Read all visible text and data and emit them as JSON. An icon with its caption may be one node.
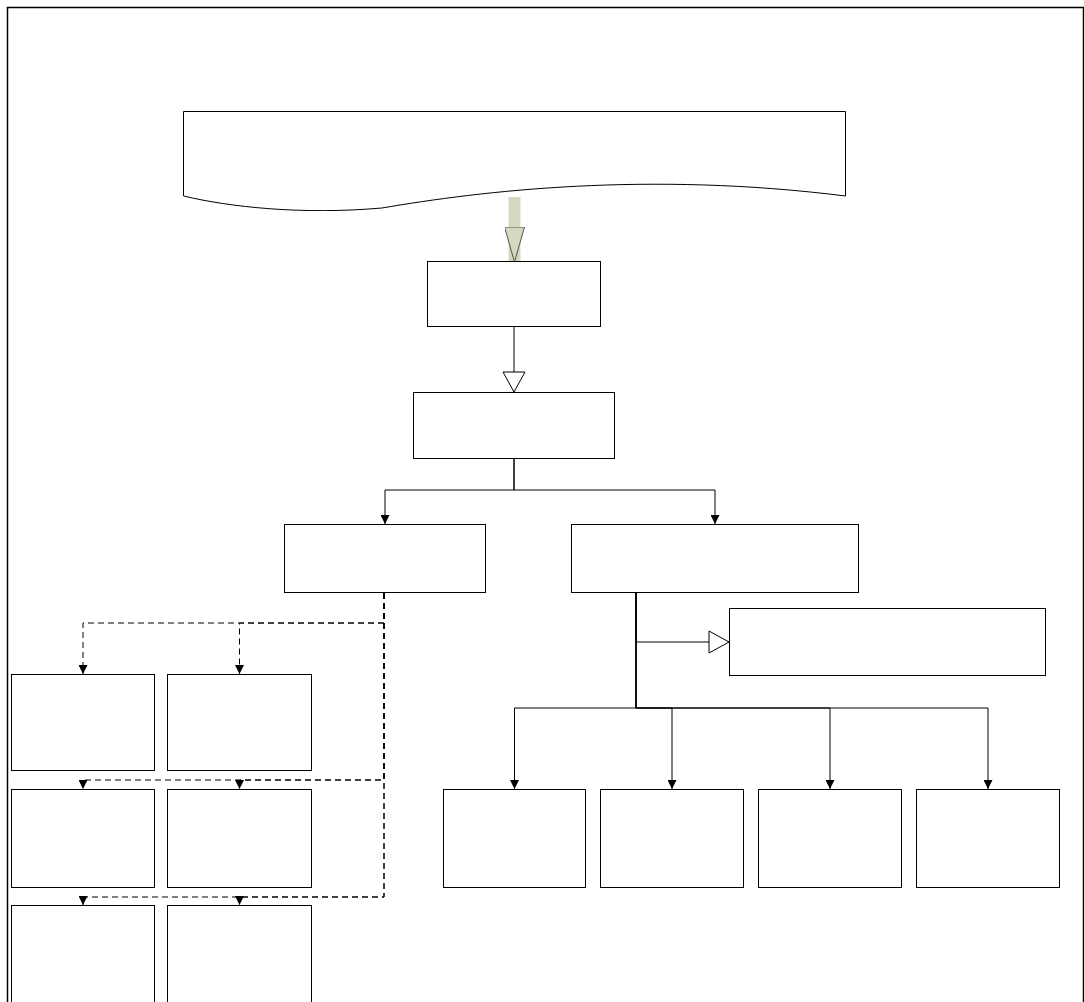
{
  "diagram": {
    "nodes": [
      {
        "text": [],
        "shape": "document"
      },
      {
        "text": [],
        "shape": "box"
      },
      {
        "text": [],
        "shape": "box"
      },
      {
        "text": [],
        "shape": "box"
      },
      {
        "text": [],
        "shape": "box"
      },
      {
        "text": [],
        "shape": "box"
      },
      {
        "text": [],
        "shape": "box"
      },
      {
        "text": [],
        "shape": "box"
      },
      {
        "text": [],
        "shape": "box"
      },
      {
        "text": [],
        "shape": "box"
      },
      {
        "text": [],
        "shape": "box"
      },
      {
        "text": [],
        "shape": "box"
      },
      {
        "text": [],
        "shape": "box"
      },
      {
        "text": [],
        "shape": "box"
      },
      {
        "text": [],
        "shape": "box"
      },
      {
        "text": [],
        "shape": "box"
      }
    ],
    "edges": [
      {
        "from": 0,
        "to": 1,
        "arrow": "to",
        "style": "thick",
        "color": "#d3d9bf"
      },
      {
        "from": 1,
        "to": 2,
        "arrow": "to"
      },
      {
        "from": 2,
        "to": 3,
        "arrow": "to"
      },
      {
        "from": 2,
        "to": 4,
        "arrow": "to"
      },
      {
        "from": 3,
        "to": 6,
        "arrow": "to",
        "style": "dashed"
      },
      {
        "from": 3,
        "to": 7,
        "arrow": "to",
        "style": "dashed"
      },
      {
        "from": 3,
        "to": 8,
        "arrow": "to",
        "style": "dashed"
      },
      {
        "from": 3,
        "to": 9,
        "arrow": "to",
        "style": "dashed"
      },
      {
        "from": 3,
        "to": 10,
        "arrow": "to",
        "style": "dashed"
      },
      {
        "from": 3,
        "to": 11,
        "arrow": "to",
        "style": "dashed"
      },
      {
        "from": 4,
        "to": 5,
        "arrow": "to"
      },
      {
        "from": 4,
        "to": 12,
        "arrow": "to"
      },
      {
        "from": 4,
        "to": 13,
        "arrow": "to"
      },
      {
        "from": 4,
        "to": 14,
        "arrow": "to"
      },
      {
        "from": 4,
        "to": 15,
        "arrow": "to"
      }
    ]
  }
}
